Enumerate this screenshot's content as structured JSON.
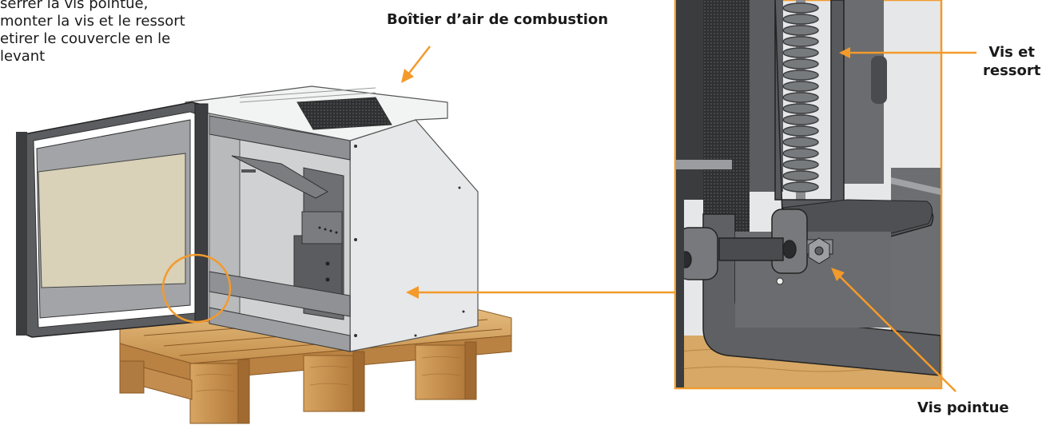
{
  "instructions": {
    "lines": [
      "serrer la vis pointue,",
      "monter la vis et le ressort",
      "etirer le couvercle en le",
      "levant"
    ]
  },
  "labels": {
    "combustion_box": "Boîtier d’air de combustion",
    "screw_spring_line1": "Vis et",
    "screw_spring_line2": "ressort",
    "pointed_screw": "Vis pointue"
  },
  "colors": {
    "accent": "#f39a2b",
    "text": "#1a1a1a",
    "wood": "#d7a866",
    "steel_light": "#e4e5e6",
    "steel_dark": "#4b4c4e",
    "glass": "#d9d1b8"
  }
}
